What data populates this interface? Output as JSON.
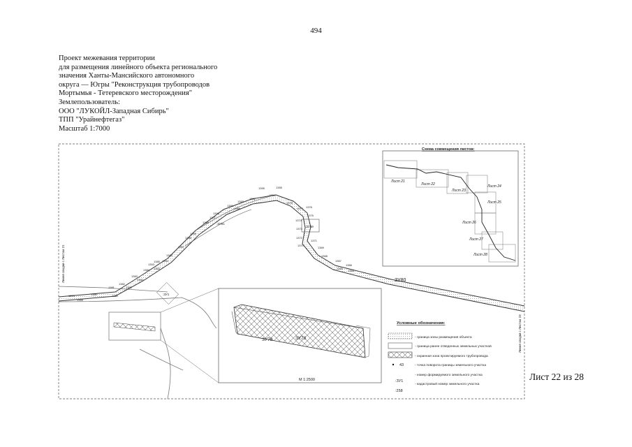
{
  "page_number": "494",
  "header_lines": [
    "Проект межевания территории",
    "для размещения линейного объекта регионального",
    "значения Ханты-Мансийского автономного",
    "округа — Югры \"Реконструкция трубопроводов",
    "Мортымья - Тетеревского месторождения\"",
    "Землепользователь:",
    "ООО \"ЛУКОЙЛ-Западная Сибирь\"",
    "ТПП \"Урайнефтегаз\"",
    "Масштаб 1:7000"
  ],
  "sheet_label": "Лист 22 из 28",
  "map": {
    "left_edge_note": "Линия сводки с Листом 21",
    "right_edge_note": "Линия сводки с Листом 23",
    "plot_labels": {
      "zu80": "ЗУ80",
      "zu71_small": ":ЗУ1",
      "zu81": ":ЗУ81",
      "zu759": ":ЗУ59"
    },
    "point_labels": [
      "1395",
      "1394",
      "1392",
      "1393",
      "1391",
      "1390",
      "1389",
      "1388",
      "1387",
      "1386",
      "1385",
      "1384",
      "1383",
      "1382",
      "1381",
      "1380",
      "1379",
      "1378",
      "1377",
      "1376",
      "1375",
      "1374",
      "1373",
      "1372",
      "1371",
      "1370",
      "1369",
      "1368",
      "1367",
      "1366",
      "1365",
      "1364",
      "1363",
      "1362",
      "1361",
      "1360",
      "1359",
      "1358",
      "1357",
      "1356",
      "1355",
      "1354",
      "1353"
    ]
  },
  "inset_scheme": {
    "title": "Схема совмещения листов:",
    "sheets": [
      "Лист 21",
      "Лист 22",
      "Лист 23",
      "Лист 24",
      "Лист 25",
      "Лист 26",
      "Лист 27",
      "Лист 28"
    ]
  },
  "detail": {
    "plot_labels": [
      "ЗУ78",
      "ЗУ78"
    ],
    "scale": "М 1:2500"
  },
  "legend": {
    "title": "Условные обозначения:",
    "items": [
      "- граница зоны размещения объекта",
      "- граница ранее отведенных земельных участков",
      "- охранная зона проектируемого трубопровода",
      "- точка поворота границы земельного участка",
      "- номер формируемого земельного участка",
      "- кадастровый номер земельного участка"
    ],
    "symbols": {
      "point_number": "43",
      "plot_number": ":ЗУ1",
      "cadastral_number": ":258"
    }
  }
}
